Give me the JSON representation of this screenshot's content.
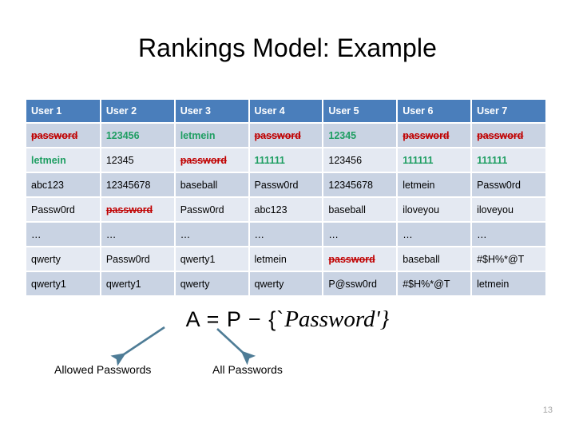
{
  "slide": {
    "title": "Rankings Model: Example",
    "page_number": "13"
  },
  "table": {
    "headers": [
      "User 1",
      "User 2",
      "User 3",
      "User 4",
      "User 5",
      "User 6",
      "User 7"
    ],
    "rows": [
      [
        {
          "text": "password",
          "style": "strike"
        },
        {
          "text": "123456",
          "style": "green"
        },
        {
          "text": "letmein",
          "style": "green"
        },
        {
          "text": "password",
          "style": "strike"
        },
        {
          "text": "12345",
          "style": "green"
        },
        {
          "text": "password",
          "style": "strike"
        },
        {
          "text": "password",
          "style": "strike"
        }
      ],
      [
        {
          "text": "letmein",
          "style": "green"
        },
        {
          "text": "12345",
          "style": "plain"
        },
        {
          "text": "password",
          "style": "strike"
        },
        {
          "text": "111111",
          "style": "green"
        },
        {
          "text": "123456",
          "style": "plain"
        },
        {
          "text": "111111",
          "style": "green"
        },
        {
          "text": "111111",
          "style": "green"
        }
      ],
      [
        {
          "text": "abc123",
          "style": "plain"
        },
        {
          "text": "12345678",
          "style": "plain"
        },
        {
          "text": "baseball",
          "style": "plain"
        },
        {
          "text": "Passw0rd",
          "style": "plain"
        },
        {
          "text": "12345678",
          "style": "plain"
        },
        {
          "text": "letmein",
          "style": "plain"
        },
        {
          "text": "Passw0rd",
          "style": "plain"
        }
      ],
      [
        {
          "text": "Passw0rd",
          "style": "plain"
        },
        {
          "text": "password",
          "style": "strike"
        },
        {
          "text": "Passw0rd",
          "style": "plain"
        },
        {
          "text": "abc123",
          "style": "plain"
        },
        {
          "text": "baseball",
          "style": "plain"
        },
        {
          "text": "iloveyou",
          "style": "plain"
        },
        {
          "text": "iloveyou",
          "style": "plain"
        }
      ],
      [
        {
          "text": "…",
          "style": "ellipsis"
        },
        {
          "text": "…",
          "style": "ellipsis"
        },
        {
          "text": "…",
          "style": "ellipsis"
        },
        {
          "text": "…",
          "style": "ellipsis"
        },
        {
          "text": "…",
          "style": "ellipsis"
        },
        {
          "text": "…",
          "style": "ellipsis"
        },
        {
          "text": "…",
          "style": "ellipsis"
        }
      ],
      [
        {
          "text": "qwerty",
          "style": "plain"
        },
        {
          "text": "Passw0rd",
          "style": "plain"
        },
        {
          "text": "qwerty1",
          "style": "plain"
        },
        {
          "text": "letmein",
          "style": "plain"
        },
        {
          "text": "password",
          "style": "strike"
        },
        {
          "text": "baseball",
          "style": "plain"
        },
        {
          "text": "#$H%*@T",
          "style": "plain"
        }
      ],
      [
        {
          "text": "qwerty1",
          "style": "plain"
        },
        {
          "text": "qwerty1",
          "style": "plain"
        },
        {
          "text": "qwerty",
          "style": "plain"
        },
        {
          "text": "qwerty",
          "style": "plain"
        },
        {
          "text": "P@ssw0rd",
          "style": "plain"
        },
        {
          "text": "#$H%*@T",
          "style": "plain"
        },
        {
          "text": "letmein",
          "style": "plain"
        }
      ]
    ]
  },
  "formula": {
    "lhs": "A = P − {`",
    "emphasis": "Password",
    "rhs": "'}"
  },
  "annotations": {
    "allowed_label": "Allowed Passwords",
    "all_label": "All Passwords"
  },
  "colors": {
    "header_bg": "#4A7EBB",
    "row_odd_bg": "#C9D3E3",
    "row_even_bg": "#E4E9F2",
    "strike_text": "#C00000",
    "green_text": "#1E9E62",
    "arrow": "#4E7C96",
    "page_number": "#A6A6A6"
  }
}
